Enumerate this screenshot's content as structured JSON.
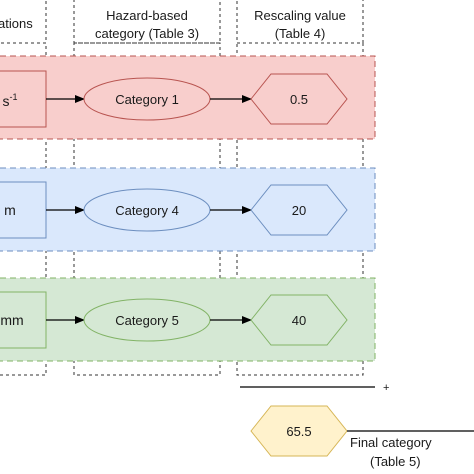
{
  "columns": {
    "col1_header": "ations",
    "col2_header": [
      "Hazard-based",
      "category (Table 3)"
    ],
    "col3_header": [
      "Rescaling value",
      "(Table 4)"
    ]
  },
  "rows": [
    {
      "input_text": "s",
      "input_sup": "-1",
      "category": "Category 1",
      "value": "0.5",
      "colors": {
        "band_fill": "#f8cecc",
        "band_stroke": "#b85450"
      }
    },
    {
      "input_text": "m",
      "input_sup": "",
      "category": "Category 4",
      "value": "20",
      "colors": {
        "band_fill": "#dae8fc",
        "band_stroke": "#6c8ebf"
      }
    },
    {
      "input_text": "mm",
      "input_sup": "",
      "category": "Category 5",
      "value": "40",
      "colors": {
        "band_fill": "#d5e8d4",
        "band_stroke": "#82b366"
      }
    }
  ],
  "sum": {
    "operator": "+"
  },
  "final": {
    "value": "65.5",
    "label": [
      "Final category",
      "(Table 5)"
    ],
    "colors": {
      "fill": "#fff2cc",
      "stroke": "#d6b656"
    }
  }
}
